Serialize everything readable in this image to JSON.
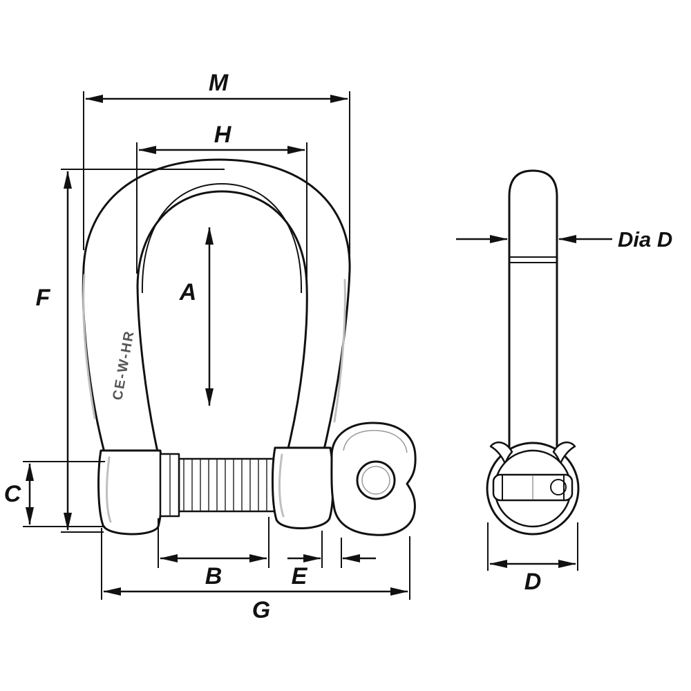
{
  "diagram": {
    "type": "technical-line-drawing",
    "colors": {
      "line": "#111111",
      "background": "#ffffff",
      "shade": "#bfbfbf"
    },
    "marking": "CE-W-HR",
    "labels": {
      "m": "M",
      "h": "H",
      "a": "A",
      "f": "F",
      "c": "C",
      "b": "B",
      "e": "E",
      "g": "G",
      "d": "D",
      "dia_d": "Dia D"
    }
  }
}
